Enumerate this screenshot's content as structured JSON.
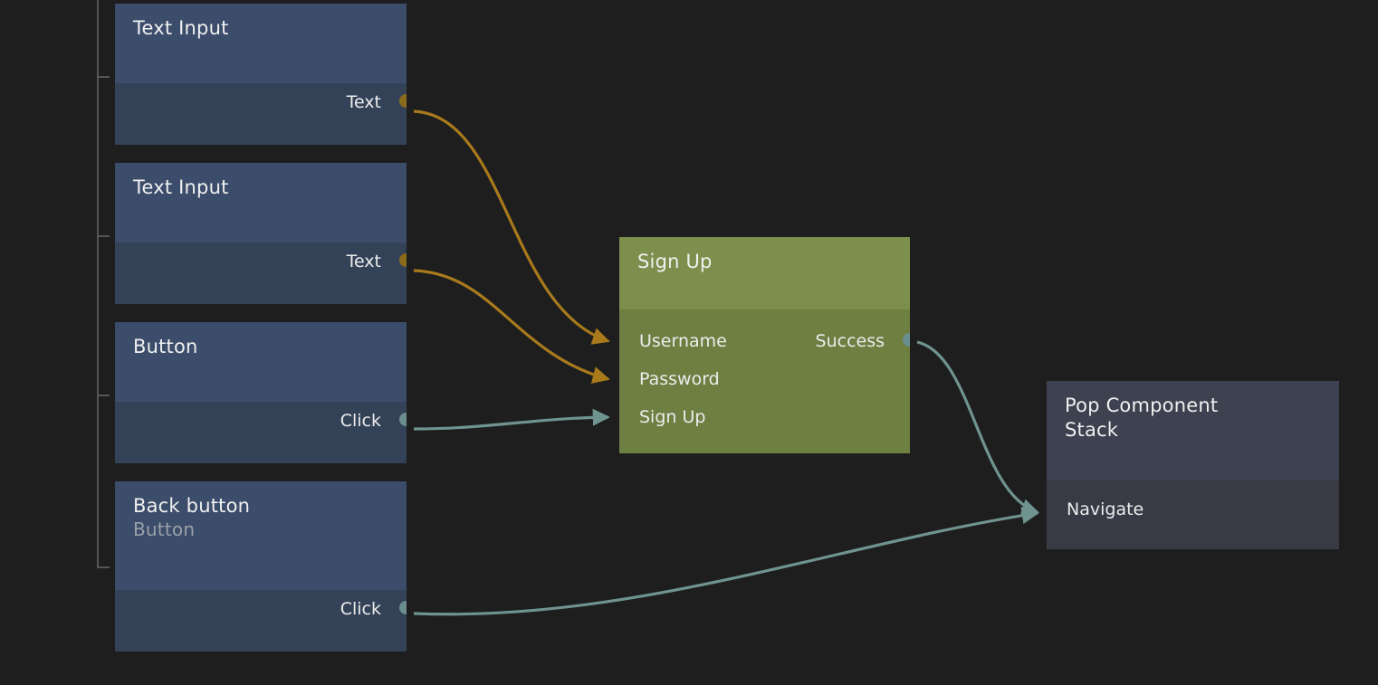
{
  "app": {
    "view": "node-graph-editor",
    "background_color": "#1e1e1e"
  },
  "colors": {
    "component_header": "#3c4d6b",
    "component_body": "#344258",
    "action_green_header": "#7d8f4c",
    "action_green_body": "#6e7f42",
    "action_gray_header": "#3e4150",
    "action_gray_body": "#383b46",
    "edge_data": "#a87a1c",
    "edge_event": "#6f9490",
    "port_data": "#8a6a1b",
    "port_event": "#6a8e8e",
    "text_primary": "#f0f0f0",
    "text_secondary": "#9aa0a8",
    "rail": "#555555"
  },
  "nodes": [
    {
      "id": "text-input-1",
      "title": "Text Input",
      "subtitle": "",
      "kind": "component",
      "outputs": [
        {
          "label": "Text",
          "type": "data"
        }
      ],
      "inputs": []
    },
    {
      "id": "text-input-2",
      "title": "Text Input",
      "subtitle": "",
      "kind": "component",
      "outputs": [
        {
          "label": "Text",
          "type": "data"
        }
      ],
      "inputs": []
    },
    {
      "id": "button-1",
      "title": "Button",
      "subtitle": "",
      "kind": "component",
      "outputs": [
        {
          "label": "Click",
          "type": "event"
        }
      ],
      "inputs": []
    },
    {
      "id": "back-button",
      "title": "Back button",
      "subtitle": "Button",
      "kind": "component",
      "outputs": [
        {
          "label": "Click",
          "type": "event"
        }
      ],
      "inputs": []
    },
    {
      "id": "sign-up",
      "title": "Sign Up",
      "subtitle": "",
      "kind": "action-green",
      "inputs": [
        {
          "label": "Username",
          "type": "data"
        },
        {
          "label": "Password",
          "type": "data"
        },
        {
          "label": "Sign Up",
          "type": "event"
        }
      ],
      "outputs": [
        {
          "label": "Success",
          "type": "event"
        }
      ]
    },
    {
      "id": "pop-component-stack",
      "title": "Pop Component\nStack",
      "subtitle": "",
      "kind": "action-gray",
      "inputs": [
        {
          "label": "Navigate",
          "type": "event"
        }
      ],
      "outputs": []
    }
  ],
  "edges": [
    {
      "from": "text-input-1.Text",
      "to": "sign-up.Username",
      "type": "data"
    },
    {
      "from": "text-input-2.Text",
      "to": "sign-up.Password",
      "type": "data"
    },
    {
      "from": "button-1.Click",
      "to": "sign-up.Sign Up",
      "type": "event"
    },
    {
      "from": "sign-up.Success",
      "to": "pop-component-stack.Navigate",
      "type": "event"
    },
    {
      "from": "back-button.Click",
      "to": "pop-component-stack.Navigate",
      "type": "event"
    }
  ]
}
